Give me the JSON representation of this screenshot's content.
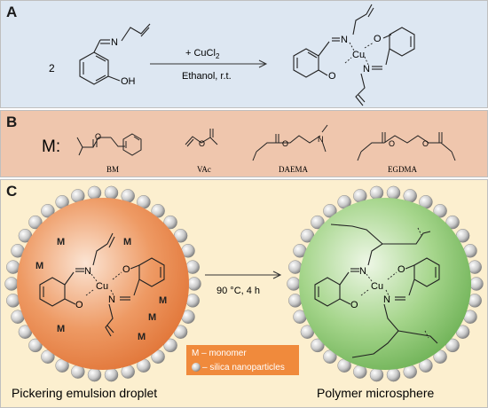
{
  "panel_a": {
    "label": "A",
    "coefficient": "2",
    "oh_label": "OH",
    "n_label": "N",
    "reagent": "+ CuCl",
    "reagent_sub": "2",
    "conditions": "Ethanol, r.t.",
    "complex": {
      "n_top": "N",
      "o_top": "O",
      "cu": "Cu",
      "o_bottom": "O",
      "n_bottom": "N"
    }
  },
  "panel_b": {
    "label": "B",
    "monomer_prefix": "M:",
    "monomers": [
      "BM",
      "VAc",
      "DAEMA",
      "EGDMA"
    ],
    "atoms": {
      "o": "O",
      "n": "N"
    }
  },
  "panel_c": {
    "label": "C",
    "monomer_mark": "M",
    "droplet_caption": "Pickering emulsion droplet",
    "microsphere_caption": "Polymer microsphere",
    "conditions": "90 °C, 4 h",
    "legend": {
      "monomer": "M – monomer",
      "silica": "– silica nanoparticles"
    },
    "complex": {
      "n_top": "N",
      "o_top": "O",
      "cu": "Cu",
      "o_bottom": "O",
      "n_bottom": "N"
    }
  },
  "colors": {
    "panel_a_bg": "#dde7f2",
    "panel_b_bg": "#efc6ad",
    "panel_c_bg": "#fcefcf",
    "droplet_orange": "#e8834a",
    "microsphere_green": "#7cbf61",
    "legend_orange": "#f08a3c"
  }
}
